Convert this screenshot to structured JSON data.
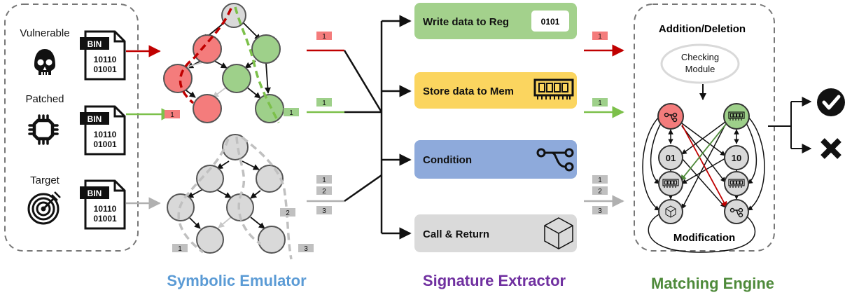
{
  "inputs": {
    "vulnerable": "Vulnerable",
    "patched": "Patched",
    "target": "Target",
    "bin_label": "BIN",
    "bin_line1": "10110",
    "bin_line2": "01001"
  },
  "tags": {
    "one": "1",
    "two": "2",
    "three": "3"
  },
  "signatures": {
    "write": "Write data to Reg",
    "write_value": "0101",
    "store": "Store data to Mem",
    "condition": "Condition",
    "call": "Call & Return"
  },
  "matching": {
    "addition_deletion": "Addition/Deletion",
    "checking_line1": "Checking",
    "checking_line2": "Module",
    "node_01": "01",
    "node_10": "10",
    "modification": "Modification"
  },
  "sections": {
    "emulator": "Symbolic Emulator",
    "extractor": "Signature Extractor",
    "engine": "Matching Engine"
  },
  "colors": {
    "red": "#f47c7c",
    "red_line": "#c00000",
    "green": "#9ed08a",
    "green_line": "#7cc04a",
    "gray": "#d9d9d9",
    "gray_line": "#b0b0b0",
    "write_box": "#a3d18c",
    "store_box": "#fbd55f",
    "condition_box": "#8eaadb",
    "call_box": "#dadada",
    "emulator_title": "#5b9bd5",
    "extractor_title": "#7030a0",
    "engine_title": "#4e8a3a"
  },
  "icons": {
    "vulnerable": "skull-icon",
    "patched": "chip-icon",
    "target": "target-icon",
    "memory": "memory-icon",
    "condition": "branch-icon",
    "call": "cube-icon",
    "check": "check-icon",
    "cross": "cross-icon"
  }
}
